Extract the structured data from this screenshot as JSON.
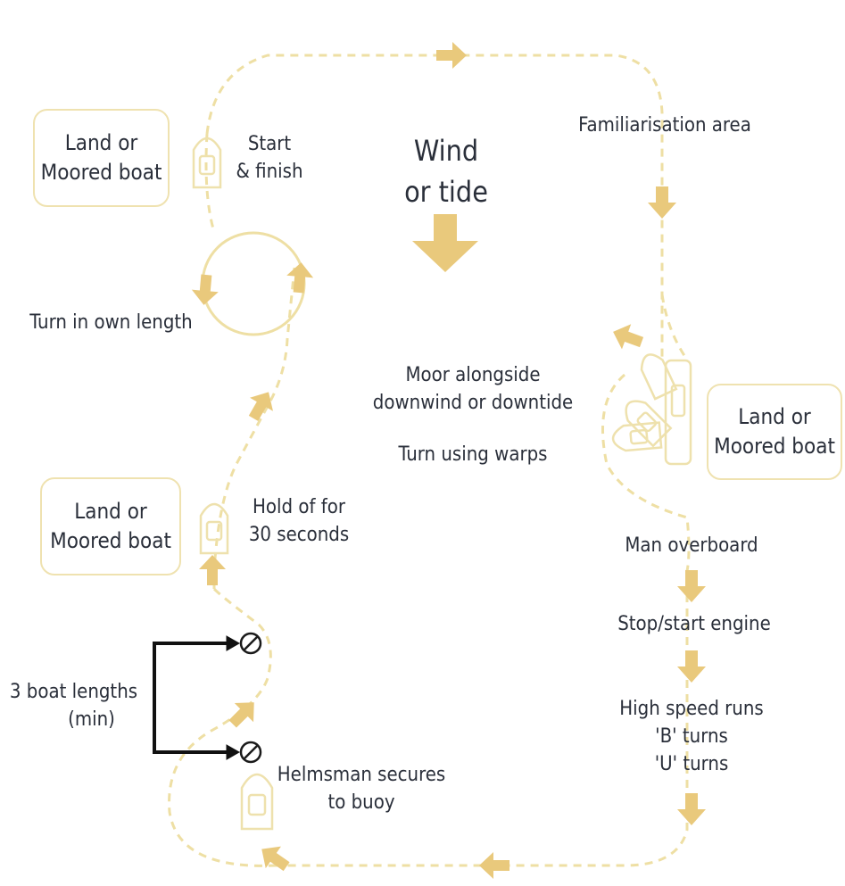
{
  "colors": {
    "path": "#eedfa4",
    "arrow": "#e9c97c",
    "text": "#2a2f3a",
    "bracket": "#111111",
    "box_border": "#efe2b0"
  },
  "center": {
    "wind_line1": "Wind",
    "wind_line2": "or tide"
  },
  "boxes": [
    {
      "line1": "Land or",
      "line2": "Moored boat"
    },
    {
      "line1": "Land or",
      "line2": "Moored boat"
    },
    {
      "line1": "Land or",
      "line2": "Moored boat"
    }
  ],
  "labels": {
    "start_finish": {
      "line1": "Start",
      "line2": "& finish"
    },
    "familiarisation": "Familiarisation area",
    "turn_own_length": "Turn in own length",
    "moor_alongside": {
      "line1": "Moor alongside",
      "line2": "downwind or downtide"
    },
    "turn_warps": "Turn using warps",
    "hold_off": {
      "line1": "Hold of for",
      "line2": "30 seconds"
    },
    "man_overboard": "Man overboard",
    "stop_start": "Stop/start engine",
    "high_speed": {
      "line1": "High speed runs",
      "line2": "'B' turns",
      "line3": "'U' turns"
    },
    "boat_lengths": {
      "line1": "3 boat lengths",
      "line2": "(min)"
    },
    "helmsman": {
      "line1": "Helmsman secures",
      "line2": "to buoy"
    }
  }
}
